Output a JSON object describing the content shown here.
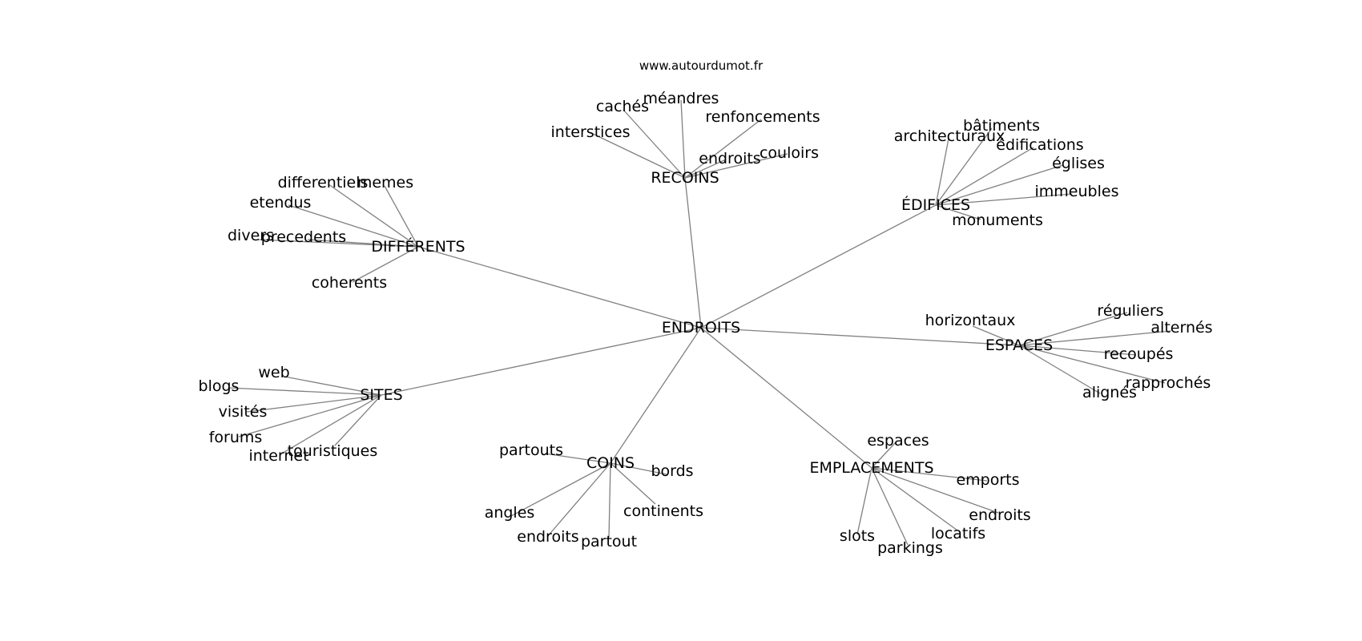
{
  "source": "www.autourdumot.fr",
  "colors": {
    "edge": "#808080",
    "text": "#000000",
    "background": "#ffffff"
  },
  "graph": {
    "root": "ENDROITS",
    "groups": [
      {
        "label": "RECOINS",
        "children": [
          "cachés",
          "méandres",
          "renfoncements",
          "interstices",
          "endroits",
          "couloirs"
        ]
      },
      {
        "label": "ÉDIFICES",
        "children": [
          "architecturaux",
          "bâtiments",
          "édifications",
          "églises",
          "immeubles",
          "monuments"
        ]
      },
      {
        "label": "DIFFÉRENTS",
        "children": [
          "differentiels",
          "memes",
          "etendus",
          "divers",
          "precedents",
          "coherents"
        ]
      },
      {
        "label": "ESPACES",
        "children": [
          "horizontaux",
          "réguliers",
          "alternés",
          "recoupés",
          "rapprochés",
          "alignés"
        ]
      },
      {
        "label": "SITES",
        "children": [
          "web",
          "blogs",
          "visités",
          "forums",
          "internet",
          "touristiques"
        ]
      },
      {
        "label": "COINS",
        "children": [
          "partouts",
          "bords",
          "continents",
          "angles",
          "endroits",
          "partout"
        ]
      },
      {
        "label": "EMPLACEMENTS",
        "children": [
          "espaces",
          "emports",
          "endroits",
          "locatifs",
          "slots",
          "parkings"
        ]
      }
    ]
  }
}
